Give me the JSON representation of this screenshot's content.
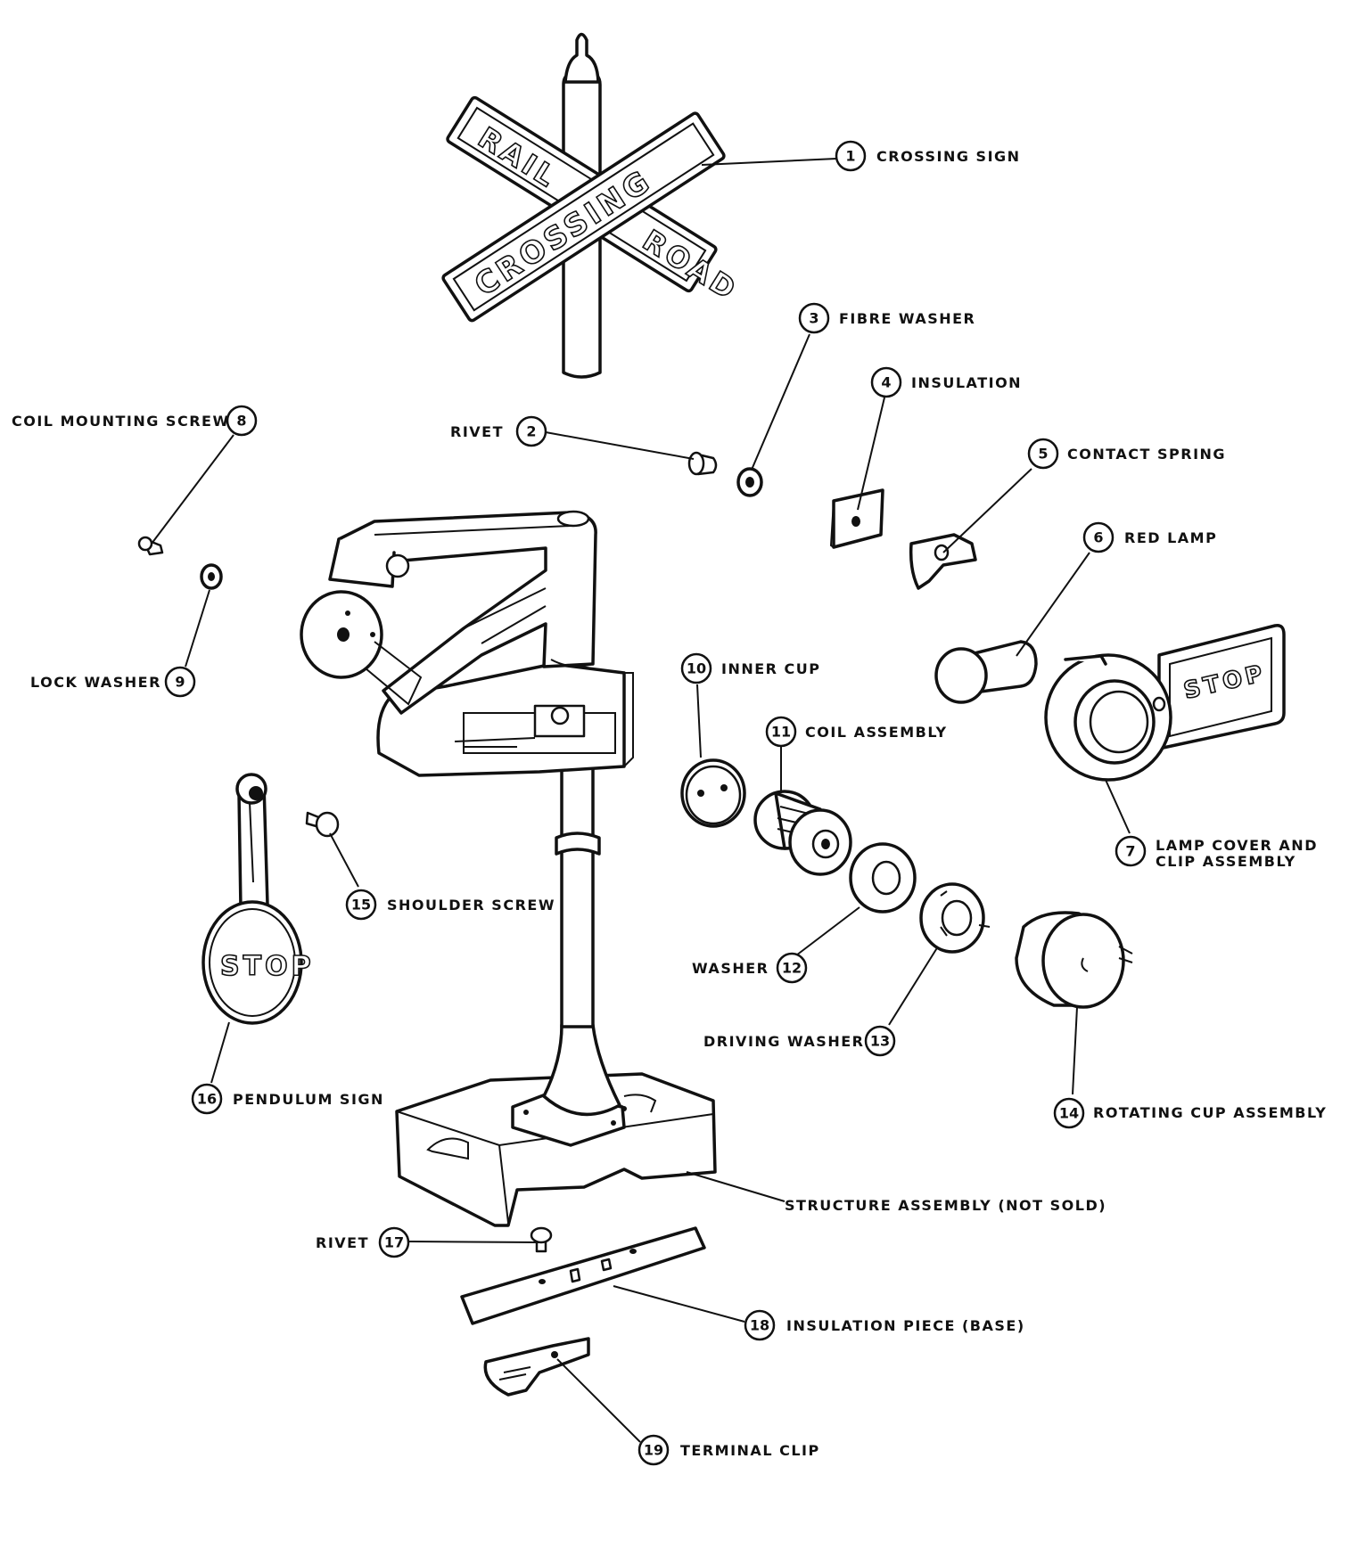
{
  "diagram": {
    "parts": [
      {
        "number": "1",
        "label": "CROSSING SIGN"
      },
      {
        "number": "2",
        "label": "RIVET"
      },
      {
        "number": "3",
        "label": "FIBRE WASHER"
      },
      {
        "number": "4",
        "label": "INSULATION"
      },
      {
        "number": "5",
        "label": "CONTACT SPRING"
      },
      {
        "number": "6",
        "label": "RED LAMP"
      },
      {
        "number": "7",
        "label": "LAMP COVER AND",
        "label2": "CLIP ASSEMBLY"
      },
      {
        "number": "8",
        "label": "COIL MOUNTING SCREW"
      },
      {
        "number": "9",
        "label": "LOCK WASHER"
      },
      {
        "number": "10",
        "label": "INNER CUP"
      },
      {
        "number": "11",
        "label": "COIL ASSEMBLY"
      },
      {
        "number": "12",
        "label": "WASHER"
      },
      {
        "number": "13",
        "label": "DRIVING WASHER"
      },
      {
        "number": "14",
        "label": "ROTATING CUP ASSEMBLY"
      },
      {
        "number": "15",
        "label": "SHOULDER SCREW"
      },
      {
        "number": "16",
        "label": "PENDULUM SIGN"
      },
      {
        "number": "17",
        "label": "RIVET"
      },
      {
        "number": "18",
        "label": "INSULATION PIECE (BASE)"
      },
      {
        "number": "19",
        "label": "TERMINAL CLIP"
      }
    ],
    "structure_label": "STRUCTURE ASSEMBLY (NOT SOLD)",
    "sign_text": {
      "rail": "RAIL",
      "road": "ROAD",
      "crossing": "CROSSING",
      "stop": "STOP"
    }
  }
}
